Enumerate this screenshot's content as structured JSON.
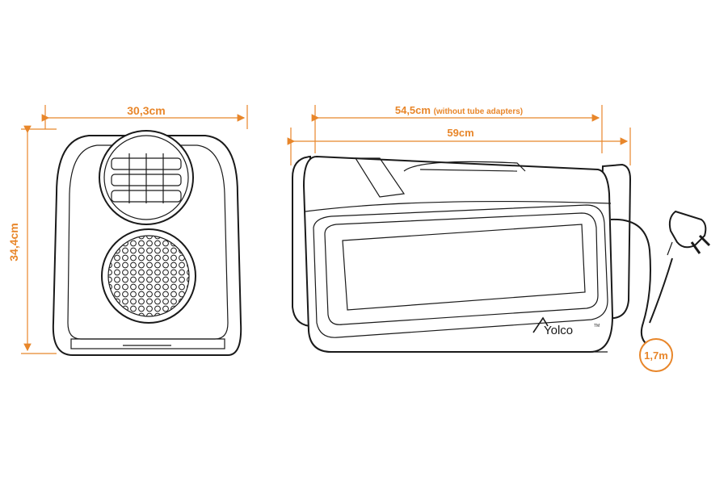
{
  "dimensions": {
    "front_width": "30,3cm",
    "front_height": "34,4cm",
    "side_width_inner": "54,5cm",
    "side_width_note": "(without tube adapters)",
    "side_width_outer": "59cm",
    "cable_length": "1,7m"
  },
  "brand": {
    "logo_text": "Yolco",
    "trademark": "TM"
  },
  "colors": {
    "accent": "#e8862a",
    "outline": "#1a1a1a"
  }
}
